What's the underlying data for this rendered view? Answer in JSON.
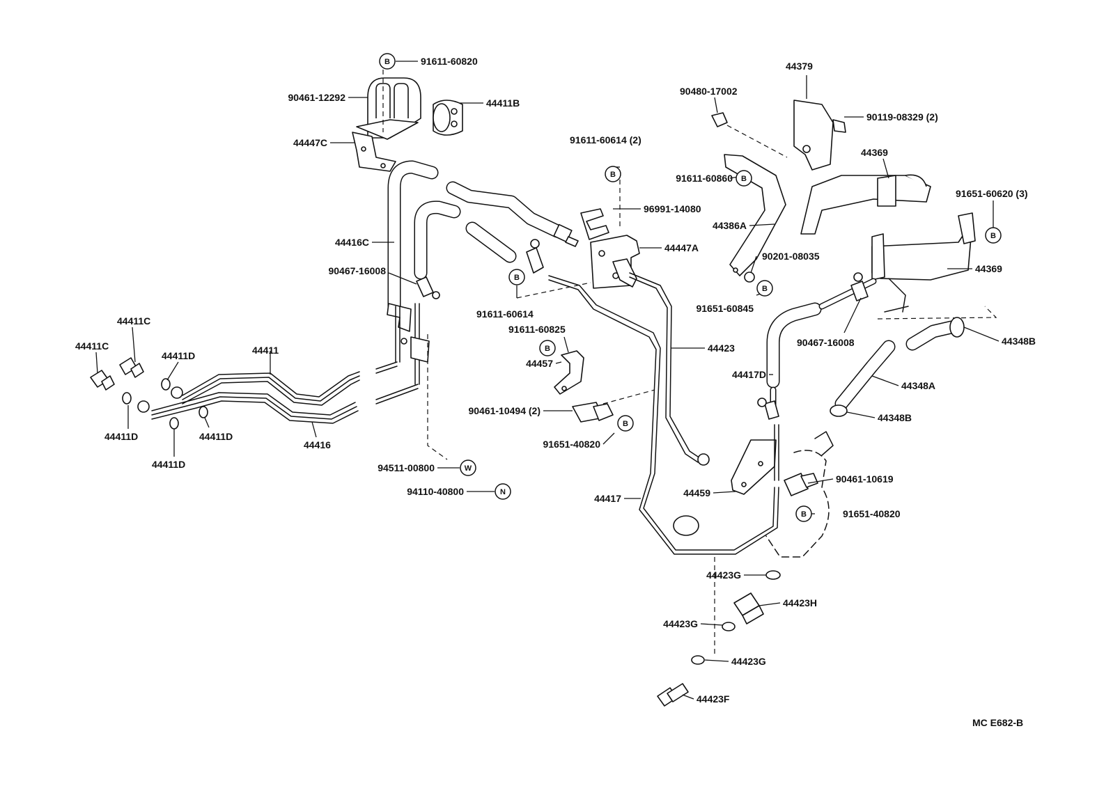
{
  "figure_code": "MC E682-B",
  "callouts": [
    {
      "id": "c1",
      "text": "91611-60820"
    },
    {
      "id": "c2",
      "text": "90461-12292"
    },
    {
      "id": "c3",
      "text": "44411B"
    },
    {
      "id": "c4",
      "text": "44447C"
    },
    {
      "id": "c5",
      "text": "44416C"
    },
    {
      "id": "c6",
      "text": "90467-16008"
    },
    {
      "id": "c7",
      "text": "44411C"
    },
    {
      "id": "c8",
      "text": "44411C"
    },
    {
      "id": "c9",
      "text": "44411D"
    },
    {
      "id": "c10",
      "text": "44411"
    },
    {
      "id": "c11",
      "text": "44411D"
    },
    {
      "id": "c12",
      "text": "44411D"
    },
    {
      "id": "c13",
      "text": "44416"
    },
    {
      "id": "c14",
      "text": "44411D"
    },
    {
      "id": "c15",
      "text": "94511-00800"
    },
    {
      "id": "c16",
      "text": "94110-40800"
    },
    {
      "id": "c17",
      "text": "91611-60614 (2)"
    },
    {
      "id": "c18",
      "text": "96991-14080"
    },
    {
      "id": "c19",
      "text": "44447A"
    },
    {
      "id": "c20",
      "text": "91611-60614"
    },
    {
      "id": "c21",
      "text": "91611-60825"
    },
    {
      "id": "c22",
      "text": "44457"
    },
    {
      "id": "c23",
      "text": "90461-10494 (2)"
    },
    {
      "id": "c24",
      "text": "91651-40820"
    },
    {
      "id": "c25",
      "text": "44423"
    },
    {
      "id": "c26",
      "text": "44417"
    },
    {
      "id": "c27",
      "text": "44459"
    },
    {
      "id": "c28",
      "text": "90480-17002"
    },
    {
      "id": "c29",
      "text": "44379"
    },
    {
      "id": "c30",
      "text": "90119-08329 (2)"
    },
    {
      "id": "c31",
      "text": "91611-60860"
    },
    {
      "id": "c32",
      "text": "44369"
    },
    {
      "id": "c33",
      "text": "91651-60620 (3)"
    },
    {
      "id": "c34",
      "text": "44386A"
    },
    {
      "id": "c35",
      "text": "90201-08035"
    },
    {
      "id": "c36",
      "text": "91651-60845"
    },
    {
      "id": "c37",
      "text": "44369"
    },
    {
      "id": "c38",
      "text": "90467-16008"
    },
    {
      "id": "c39",
      "text": "44417D"
    },
    {
      "id": "c40",
      "text": "44348B"
    },
    {
      "id": "c41",
      "text": "44348A"
    },
    {
      "id": "c42",
      "text": "44348B"
    },
    {
      "id": "c43",
      "text": "90461-10619"
    },
    {
      "id": "c44",
      "text": "91651-40820"
    },
    {
      "id": "c45",
      "text": "44423G"
    },
    {
      "id": "c46",
      "text": "44423H"
    },
    {
      "id": "c47",
      "text": "44423G"
    },
    {
      "id": "c48",
      "text": "44423G"
    },
    {
      "id": "c49",
      "text": "44423F"
    }
  ],
  "symbols": [
    {
      "id": "s1",
      "letter": "B"
    },
    {
      "id": "s2",
      "letter": "B"
    },
    {
      "id": "s3",
      "letter": "B"
    },
    {
      "id": "s4",
      "letter": "B"
    },
    {
      "id": "s5",
      "letter": "B"
    },
    {
      "id": "s6",
      "letter": "W"
    },
    {
      "id": "s7",
      "letter": "N"
    },
    {
      "id": "s8",
      "letter": "B"
    },
    {
      "id": "s9",
      "letter": "B"
    },
    {
      "id": "s10",
      "letter": "B"
    },
    {
      "id": "s11",
      "letter": "B"
    }
  ]
}
